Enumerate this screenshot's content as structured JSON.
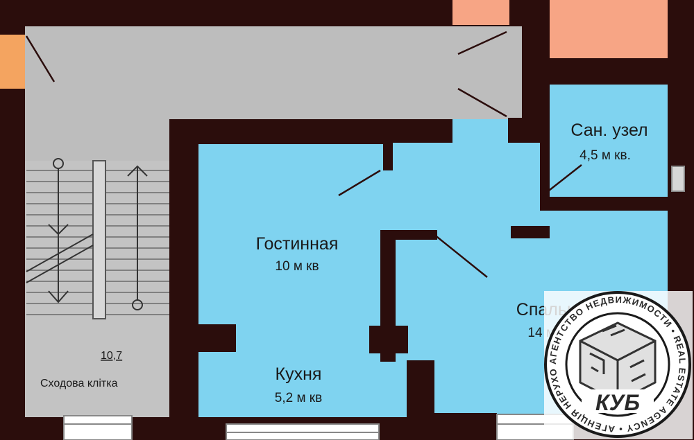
{
  "colors": {
    "wall": "#2b0d0c",
    "room": "#7fd3f0",
    "corridor": "#bdbdbd",
    "staircase": "#c3c3c3",
    "accent_orange": "#f4a460",
    "accent_pink": "#f7a585",
    "watermark_circle": "#ffffff",
    "watermark_ring": "#1a1a1a"
  },
  "rooms": {
    "living": {
      "name": "Гостинная",
      "area": "10 м кв"
    },
    "bath": {
      "name": "Сан. узел",
      "area": "4,5 м кв."
    },
    "bedroom": {
      "name": "Спальня",
      "area": "14 м кв"
    },
    "kitchen": {
      "name": "Кухня",
      "area": "5,2 м кв"
    },
    "staircase": {
      "number": "10,7",
      "name": "Сходова клітка"
    }
  },
  "watermark": {
    "ring_text": "АГЕНТСТВО НЕДВИЖИМОСТИ • REAL ESTATE AGENCY • АГЕНЦІЯ НЕРУХОМОСТІ •",
    "brand": "КУБ"
  }
}
